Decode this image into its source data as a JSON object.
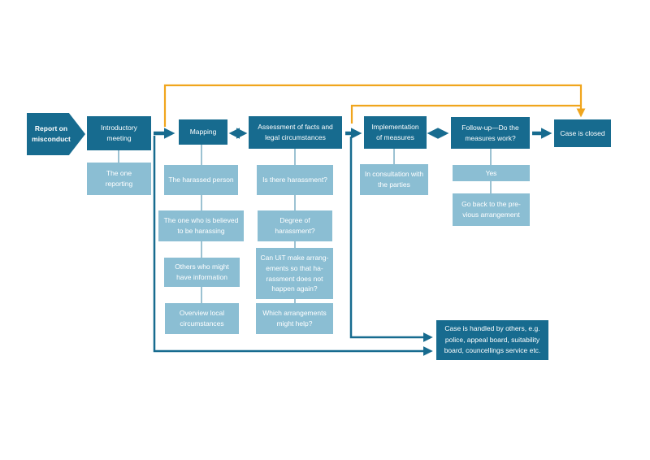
{
  "flowchart": {
    "colors": {
      "dark_teal": "#176B8F",
      "light_blue": "#8BBED3",
      "orange": "#F0A51D",
      "connector_line": "#9CC2D2",
      "text": "#FFFFFF"
    },
    "start": {
      "label": "Report on\nmisconduct"
    },
    "steps": {
      "intro": {
        "label": "Introductory\nmeeting",
        "subs": [
          "The one\nreporting"
        ]
      },
      "mapping": {
        "label": "Mapping",
        "subs": [
          "The harassed person",
          "The one who is believed\nto be harassing",
          "Others who might\nhave information",
          "Overview local\ncircumstances"
        ]
      },
      "assessment": {
        "label": "Assessment of facts and\nlegal circumstances",
        "subs": [
          "Is there harassment?",
          "Degree of\nharassment?",
          "Can UiT make arrang-\nements so that ha-\nrassment does not\nhappen again?",
          "Which arrangements\nmight help?"
        ]
      },
      "implementation": {
        "label": "Implementation\nof measures",
        "subs": [
          "In consultation with\nthe parties"
        ]
      },
      "followup": {
        "label": "Follow-up—Do the\nmeasures work?",
        "subs": [
          "Yes",
          "Go back to the pre-\nvious arrangement"
        ]
      },
      "closed": {
        "label": "Case is closed"
      }
    },
    "exit": {
      "label": "Case is handled by others, e.g.\npolice, appeal board, suitability\nboard, councellings service etc."
    }
  }
}
